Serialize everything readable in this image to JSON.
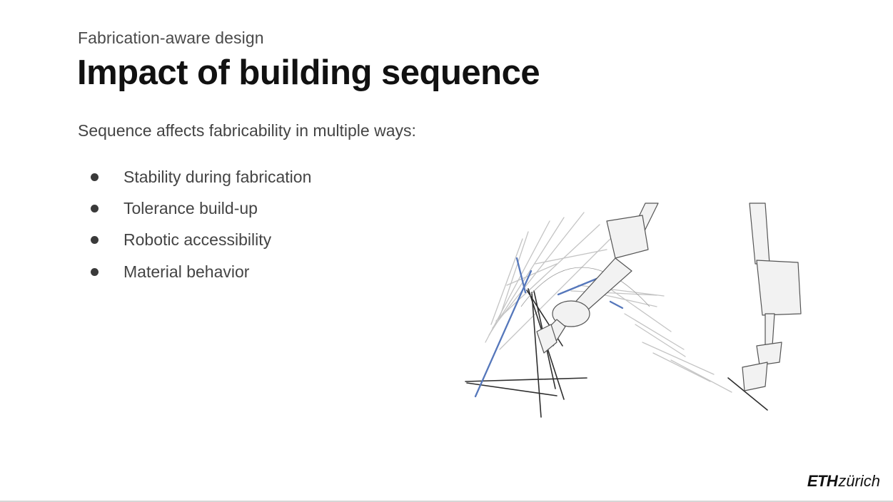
{
  "slide": {
    "kicker": "Fabrication-aware design",
    "title": "Impact of building sequence",
    "intro": "Sequence affects fabricability in multiple ways:",
    "bullets": [
      {
        "label": "Stability during fabrication"
      },
      {
        "label": "Tolerance build-up"
      },
      {
        "label": "Robotic accessibility"
      },
      {
        "label": "Material behavior"
      }
    ],
    "figure_alt": "robot-arm-assembly-illustration",
    "logo": {
      "eth": "ETH",
      "zurich": "zürich"
    }
  },
  "colors": {
    "text_dark": "#111111",
    "text_body": "#444444",
    "accent_blue": "#5577bb",
    "line_gray": "#bbbbbb"
  }
}
